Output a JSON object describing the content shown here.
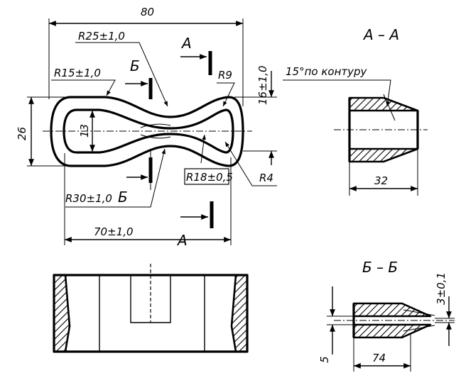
{
  "dimensions": {
    "top_width": "80",
    "r25": "R25±1,0",
    "r15": "R15±1,0",
    "r9": "R9",
    "h16": "16±1,0",
    "h26": "26",
    "h13": "13",
    "r18": "R18±0,5",
    "r4": "R4",
    "r30": "R30±1,0",
    "w70": "70±1,0",
    "w32": "32",
    "w74": "74",
    "h5": "5",
    "h3": "3±0,1"
  },
  "labels": {
    "section_aa_title": "А – А",
    "section_bb_title": "Б – Б",
    "cut_a_top": "А",
    "cut_a_bottom": "А",
    "cut_b_top": "Б",
    "cut_b_bottom": "Б",
    "angle_note": "15°по контуру"
  }
}
